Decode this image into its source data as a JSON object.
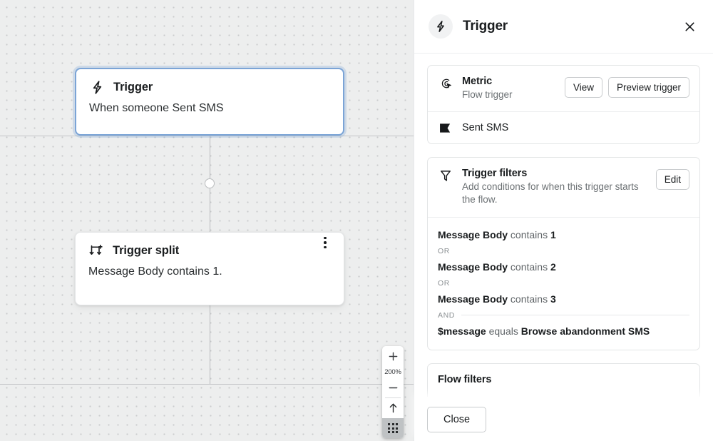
{
  "canvas": {
    "zoom_controls": {
      "zoom_in_label": "+",
      "zoom_level": "200%",
      "zoom_out_label": "−",
      "recenter_icon": "arrow-up-icon",
      "grid_icon": "grid-dots-icon"
    },
    "nodes": [
      {
        "id": "trigger",
        "icon": "lightning-bolt-icon",
        "title": "Trigger",
        "body": "When someone Sent SMS",
        "selected": true,
        "has_menu": false
      },
      {
        "id": "trigger-split",
        "icon": "split-arrows-icon",
        "title": "Trigger split",
        "body": "Message Body contains 1.",
        "selected": false,
        "has_menu": true,
        "menu_icon": "kebab-menu-icon"
      }
    ]
  },
  "panel": {
    "header": {
      "icon": "lightning-bolt-icon",
      "title": "Trigger",
      "close_icon": "close-icon"
    },
    "metric_card": {
      "icon": "metric-target-icon",
      "title": "Metric",
      "subtitle": "Flow trigger",
      "view_label": "View",
      "preview_label": "Preview trigger",
      "value_icon": "sms-tag-icon",
      "value": "Sent SMS"
    },
    "trigger_filters_card": {
      "icon": "funnel-filter-icon",
      "title": "Trigger filters",
      "subtitle": "Add conditions for when this trigger starts the flow.",
      "edit_label": "Edit",
      "conditions": [
        {
          "subject": "Message Body",
          "operator": "contains",
          "value": "1"
        },
        {
          "conjunction": "OR",
          "rule": false
        },
        {
          "subject": "Message Body",
          "operator": "contains",
          "value": "2"
        },
        {
          "conjunction": "OR",
          "rule": false
        },
        {
          "subject": "Message Body",
          "operator": "contains",
          "value": "3"
        },
        {
          "conjunction": "AND",
          "rule": true
        },
        {
          "subject": "$message",
          "operator": "equals",
          "value": "Browse abandonment SMS"
        }
      ]
    },
    "flow_filters_card": {
      "title": "Flow filters"
    },
    "footer": {
      "close_label": "Close"
    }
  },
  "colors": {
    "selection_blue": "#7ba4d6",
    "canvas_bg": "#edeeee",
    "panel_bg": "#ffffff",
    "text_primary": "#1a1d1f",
    "text_muted": "#6b7073"
  }
}
